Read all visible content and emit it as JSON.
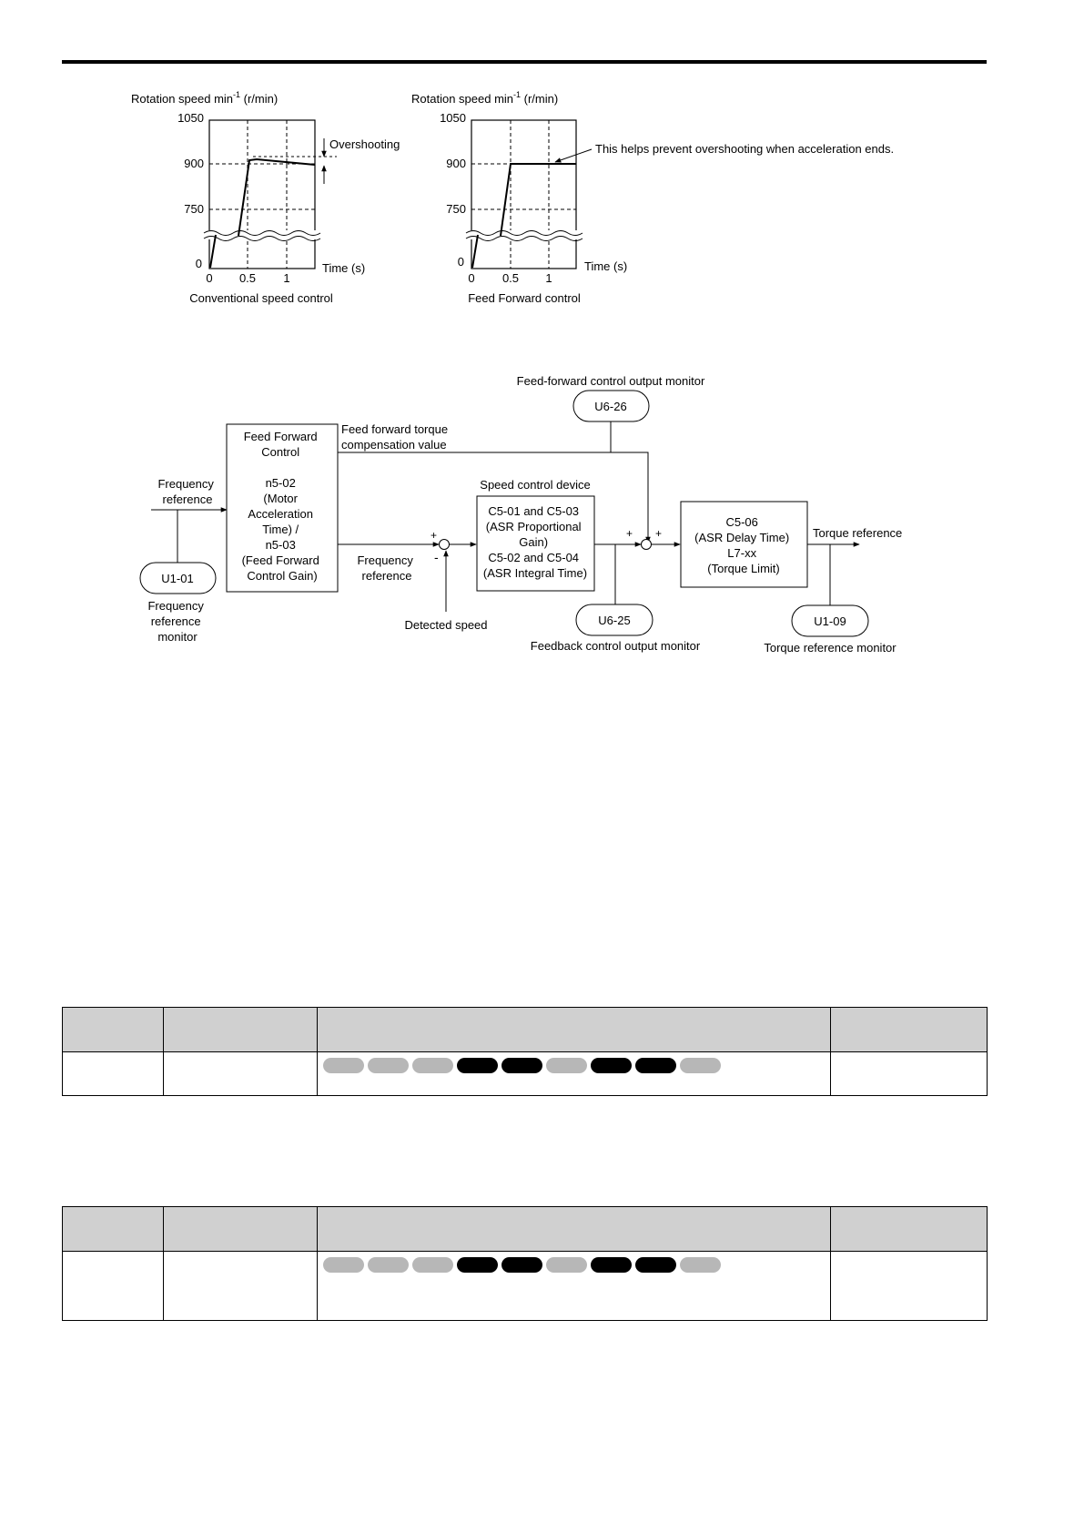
{
  "graphs": {
    "left": {
      "ylabel_main": "Rotation speed min",
      "ylabel_sup": "-1",
      "ylabel_unit": " (r/min)",
      "y_ticks": [
        "1050",
        "900",
        "750",
        "0"
      ],
      "x_ticks": [
        "0",
        "0.5",
        "1"
      ],
      "x_label": "Time (s)",
      "annotation": "Overshooting",
      "caption": "Conventional speed control"
    },
    "right": {
      "ylabel_main": "Rotation speed min",
      "ylabel_sup": "-1",
      "ylabel_unit": " (r/min)",
      "y_ticks": [
        "1050",
        "900",
        "750",
        "0"
      ],
      "x_ticks": [
        "0",
        "0.5",
        "1"
      ],
      "x_label": "Time (s)",
      "annotation": "This helps prevent overshooting when acceleration ends.",
      "caption": "Feed Forward control"
    }
  },
  "diagram": {
    "ff_monitor_title": "Feed-forward control output monitor",
    "u6_26": "U6-26",
    "ff_block": [
      "Feed Forward",
      "Control",
      "",
      "n5-02",
      "(Motor",
      "Acceleration",
      "Time) /",
      "n5-03",
      "(Feed Forward",
      "Control Gain)"
    ],
    "ff_torque": [
      "Feed forward torque",
      "compensation value"
    ],
    "freq_ref_in": [
      "Frequency",
      "reference"
    ],
    "u1_01": "U1-01",
    "freq_monitor": [
      "Frequency",
      "reference",
      "monitor"
    ],
    "freq_ref_mid": [
      "Frequency",
      "reference"
    ],
    "plus1": "+",
    "minus1": "-",
    "detected_speed": "Detected speed",
    "speed_device_title": "Speed control device",
    "asr_block": [
      "C5-01 and C5-03",
      "(ASR Proportional",
      "Gain)",
      "C5-02 and C5-04",
      "(ASR Integral Time)"
    ],
    "plus2": "+",
    "plus3": "+",
    "u6_25": "U6-25",
    "fb_monitor": "Feedback control output monitor",
    "c506_block": [
      "C5-06",
      "(ASR Delay Time)",
      "L7-xx",
      "(Torque Limit)"
    ],
    "torque_ref": "Torque reference",
    "u1_09": "U1-09",
    "torque_monitor": "Torque reference monitor"
  },
  "tables": [
    {
      "pills": [
        "off",
        "off",
        "off",
        "on",
        "on",
        "off",
        "on",
        "on",
        "off"
      ]
    },
    {
      "pills": [
        "off",
        "off",
        "off",
        "on",
        "on",
        "off",
        "on",
        "on",
        "off"
      ]
    }
  ]
}
